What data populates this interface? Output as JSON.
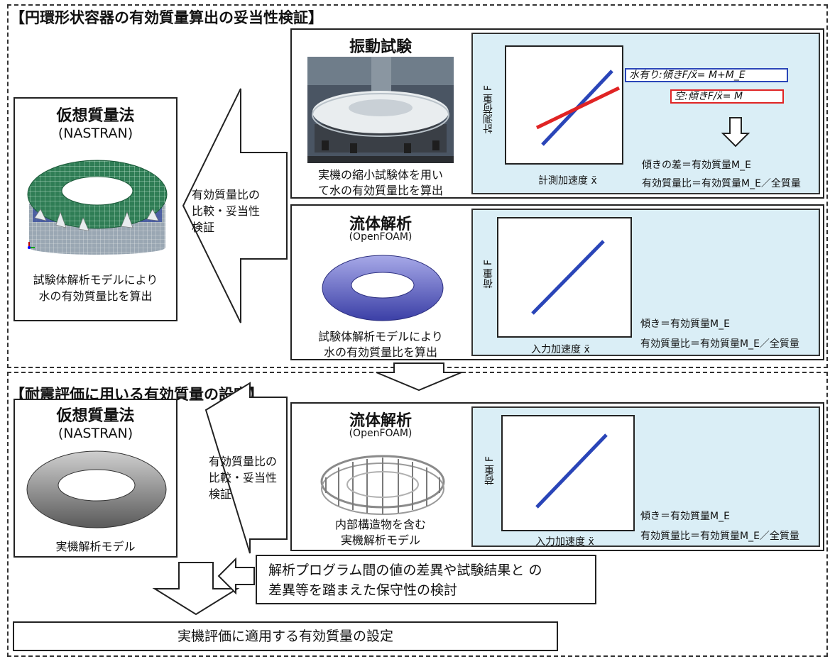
{
  "section1": {
    "title": "【円環形状容器の有効質量算出の妥当性検証】",
    "left": {
      "title": "仮想質量法",
      "subtitle": "(NASTRAN)",
      "caption_line1": "試験体解析モデルにより",
      "caption_line2": "水の有効質量比を算出"
    },
    "arrow_text_line1": "有効質量比の",
    "arrow_text_line2": "比較・妥当性",
    "arrow_text_line3": "検証",
    "vibration": {
      "title": "振動試験",
      "caption_line1": "実機の縮小試験体を用い",
      "caption_line2": "て水の有効質量比を算出",
      "ylabel": "計測荷重 F",
      "xlabel": "計測加速度 ẍ",
      "legend_water": "水有り:傾きF/ẍ= M+M_E",
      "legend_empty": "空:傾きF/ẍ= M",
      "note_line1": "傾きの差＝有効質量M_E",
      "note_line2": "有効質量比＝有効質量M_E／全質量"
    },
    "fluid": {
      "title": "流体解析",
      "subtitle": "(OpenFOAM)",
      "caption_line1": "試験体解析モデルにより",
      "caption_line2": "水の有効質量比を算出",
      "ylabel": "荷重 F",
      "xlabel": "入力加速度 ẍ",
      "note_line1": "傾き＝有効質量M_E",
      "note_line2": "有効質量比＝有効質量M_E／全質量"
    }
  },
  "section2": {
    "title": "【耐震評価に用いる有効質量の設定】",
    "left": {
      "title": "仮想質量法",
      "subtitle": "(NASTRAN)",
      "caption": "実機解析モデル"
    },
    "arrow_text_line1": "有効質量比の",
    "arrow_text_line2": "比較・妥当性",
    "arrow_text_line3": "検証",
    "fluid": {
      "title": "流体解析",
      "subtitle": "(OpenFOAM)",
      "caption_line1": "内部構造物を含む",
      "caption_line2": "実機解析モデル",
      "ylabel": "荷重 F",
      "xlabel": "入力加速度 ẍ",
      "note_line1": "傾き＝有効質量M_E",
      "note_line2": "有効質量比＝有効質量M_E／全質量"
    }
  },
  "bottom": {
    "review_line1": "解析プログラム間の値の差異や試験結果と の",
    "review_line2": "差異等を踏まえた保守性の検討",
    "final": "実機評価に適用する有効質量の設定"
  },
  "colors": {
    "water_line": "#2a45b8",
    "empty_line": "#e02424",
    "panel_bg": "#daeef6"
  }
}
